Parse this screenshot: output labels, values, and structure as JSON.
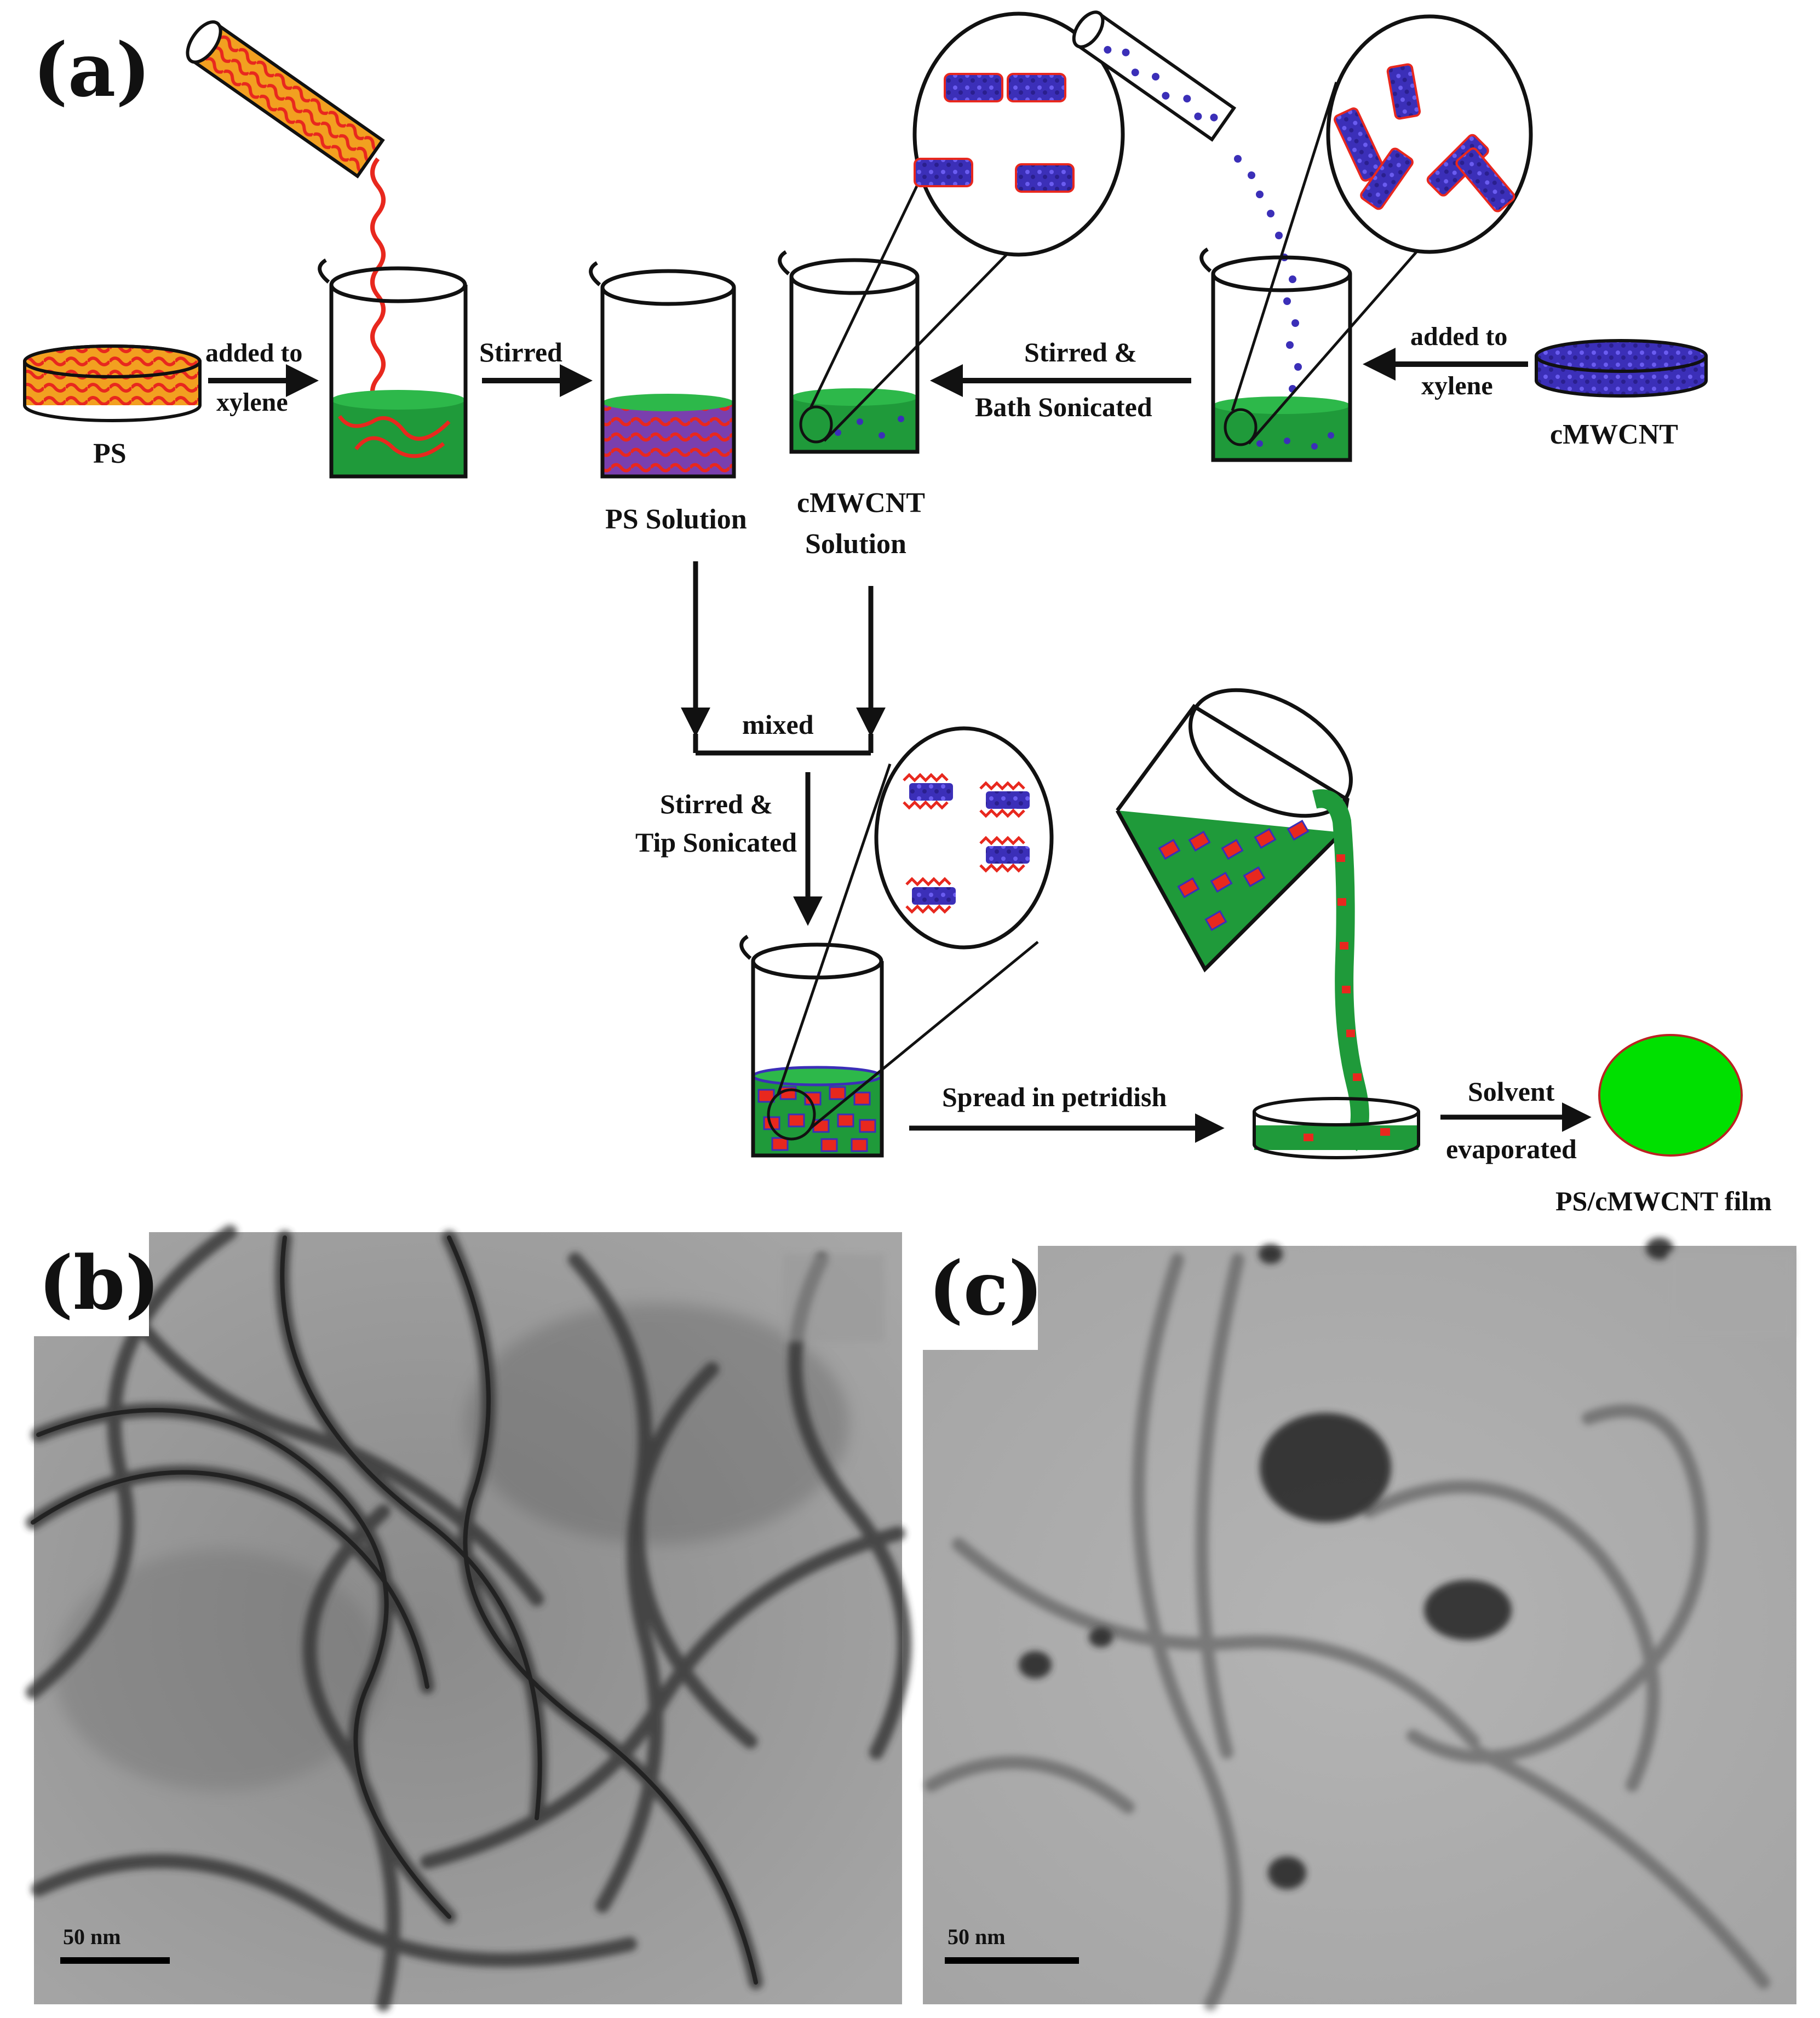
{
  "panels": {
    "a": "(a)",
    "b": "(b)",
    "c": "(c)"
  },
  "labels": {
    "ps": "PS",
    "added_to_1": "added to",
    "xylene_1": "xylene",
    "stirred": "Stirred",
    "ps_solution": "PS Solution",
    "cmwcnt_solution_1": "cMWCNT",
    "cmwcnt_solution_2": "Solution",
    "stirred_bath_1": "Stirred &",
    "stirred_bath_2": "Bath Sonicated",
    "added_to_2": "added to",
    "xylene_2": "xylene",
    "cmwcnt": "cMWCNT",
    "mixed": "mixed",
    "stirred_tip_1": "Stirred &",
    "stirred_tip_2": "Tip Sonicated",
    "spread": "Spread in petridish",
    "solvent_1": "Solvent",
    "solvent_2": "evaporated",
    "film": "PS/cMWCNT film"
  },
  "scale_bars": {
    "b": "50 nm",
    "c": "50 nm"
  },
  "colors": {
    "solution_green": "#1f9a3a",
    "polymer_red": "#e8281e",
    "cnt_blue": "#3b2fb8",
    "film_green": "#00e000",
    "tem_gray": "#8f8f8f"
  }
}
